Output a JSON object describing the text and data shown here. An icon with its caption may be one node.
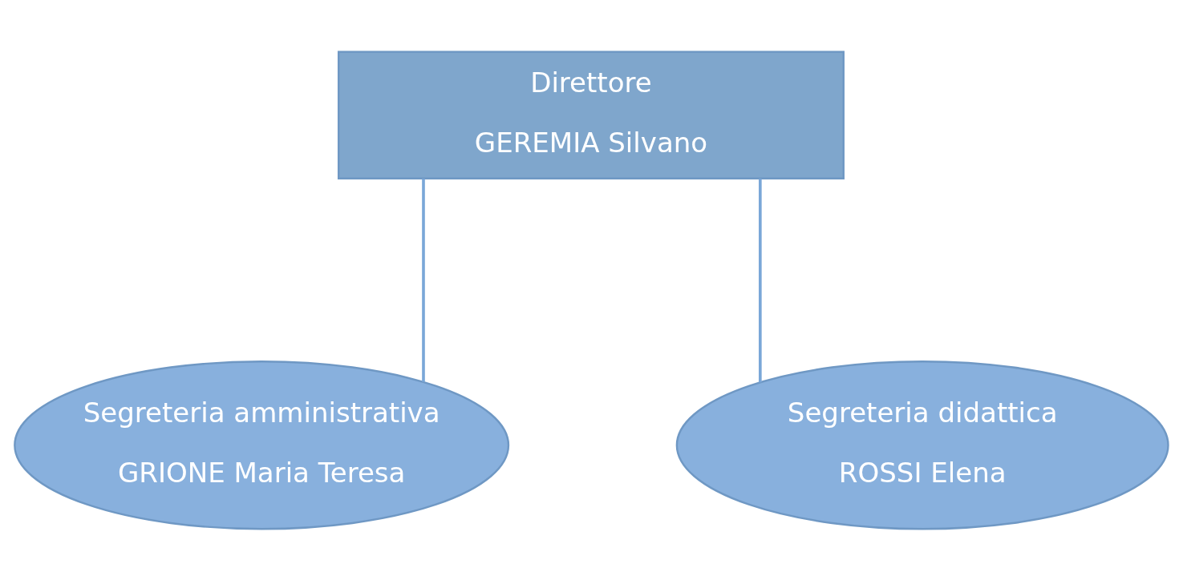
{
  "diagram": {
    "nodes": [
      {
        "text": [
          "Direttore",
          "GEREMIA Silvano"
        ]
      },
      {
        "text": [
          "Segreteria amministrativa",
          "GRIONE Maria Teresa"
        ]
      },
      {
        "text": [
          "Segreteria didattica",
          "ROSSI Elena"
        ]
      }
    ],
    "edges": [
      {
        "from": 0,
        "to": 1,
        "arrow": "none"
      },
      {
        "from": 0,
        "to": 2,
        "arrow": "none"
      }
    ]
  }
}
